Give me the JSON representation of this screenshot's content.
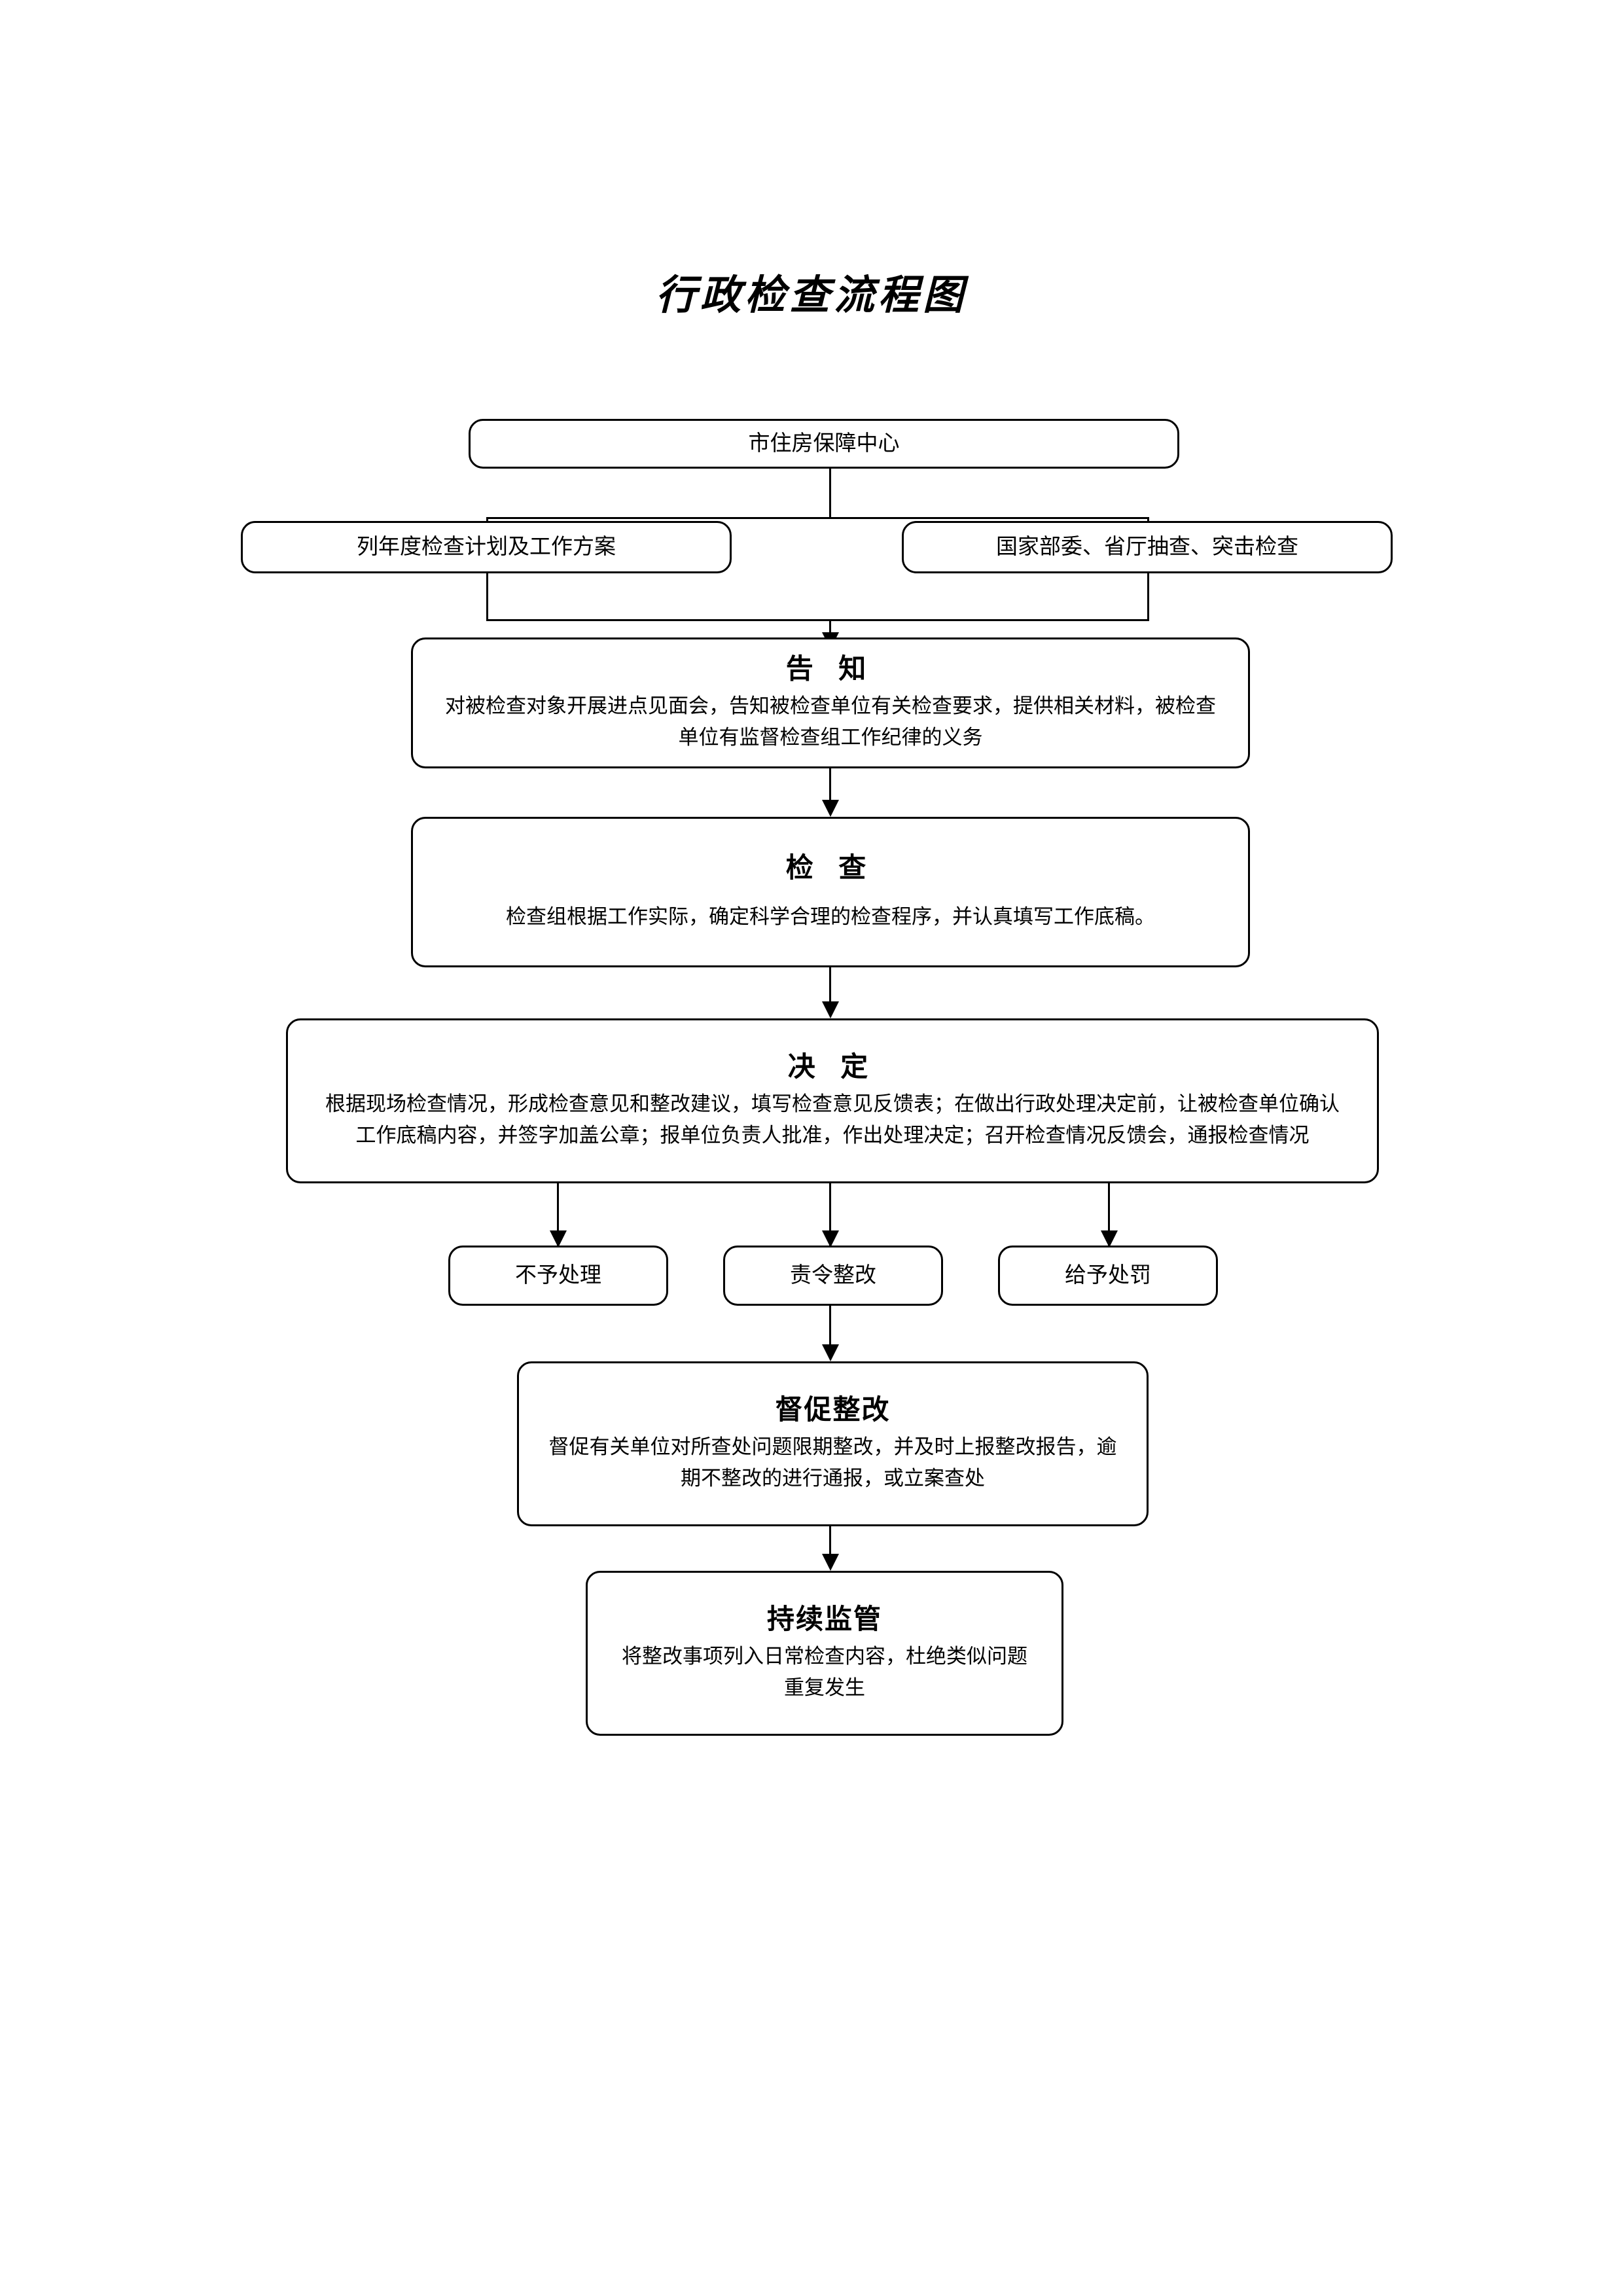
{
  "document": {
    "title": "行政检查流程图"
  },
  "flowchart": {
    "type": "flowchart",
    "orientation": "top-to-bottom",
    "nodes": [
      {
        "id": "n1",
        "name": "city-housing-security-center",
        "label": "市住房保障中心",
        "shape": "rounded-rectangle"
      },
      {
        "id": "n2",
        "name": "annual-inspection-plan",
        "label": "列年度检查计划及工作方案",
        "shape": "rounded-rectangle"
      },
      {
        "id": "n3",
        "name": "national-provincial-spot-check",
        "label": "国家部委、省厅抽查、突击检查",
        "shape": "rounded-rectangle"
      },
      {
        "id": "n4",
        "name": "notification",
        "heading": "告 知",
        "body": "对被检查对象开展进点见面会，告知被检查单位有关检查要求，提供相关材料，被检查单位有监督检查组工作纪律的义务",
        "shape": "rounded-rectangle"
      },
      {
        "id": "n5",
        "name": "inspection",
        "heading": "检 查",
        "body": "检查组根据工作实际，确定科学合理的检查程序，并认真填写工作底稿。",
        "shape": "rounded-rectangle"
      },
      {
        "id": "n6",
        "name": "decision",
        "heading": "决 定",
        "body": "根据现场检查情况，形成检查意见和整改建议，填写检查意见反馈表；在做出行政处理决定前，让被检查单位确认工作底稿内容，并签字加盖公章；报单位负责人批准，作出处理决定；召开检查情况反馈会，通报检查情况",
        "shape": "rounded-rectangle"
      },
      {
        "id": "n7",
        "name": "no-action",
        "label": "不予处理",
        "shape": "rounded-rectangle"
      },
      {
        "id": "n8",
        "name": "order-rectification",
        "label": "责令整改",
        "shape": "rounded-rectangle"
      },
      {
        "id": "n9",
        "name": "impose-penalty",
        "label": "给予处罚",
        "shape": "rounded-rectangle"
      },
      {
        "id": "n10",
        "name": "supervise-rectification",
        "heading": "督促整改",
        "body": "督促有关单位对所查处问题限期整改，并及时上报整改报告，逾期不整改的进行通报，或立案查处",
        "shape": "rounded-rectangle"
      },
      {
        "id": "n11",
        "name": "continuous-supervision",
        "heading": "持续监管",
        "body": "将整改事项列入日常检查内容，杜绝类似问题重复发生",
        "shape": "rounded-rectangle"
      }
    ],
    "edges": [
      {
        "from": "n1",
        "to": "n2",
        "arrow": false
      },
      {
        "from": "n1",
        "to": "n3",
        "arrow": false
      },
      {
        "from": "n2",
        "to": "n4",
        "arrow": true
      },
      {
        "from": "n3",
        "to": "n4",
        "arrow": true
      },
      {
        "from": "n4",
        "to": "n5",
        "arrow": true
      },
      {
        "from": "n5",
        "to": "n6",
        "arrow": true
      },
      {
        "from": "n6",
        "to": "n7",
        "arrow": true
      },
      {
        "from": "n6",
        "to": "n8",
        "arrow": true
      },
      {
        "from": "n6",
        "to": "n9",
        "arrow": true
      },
      {
        "from": "n8",
        "to": "n10",
        "arrow": true
      },
      {
        "from": "n10",
        "to": "n11",
        "arrow": true
      }
    ],
    "colors": {
      "stroke": "#000000",
      "fill": "#ffffff",
      "text": "#000000"
    }
  }
}
